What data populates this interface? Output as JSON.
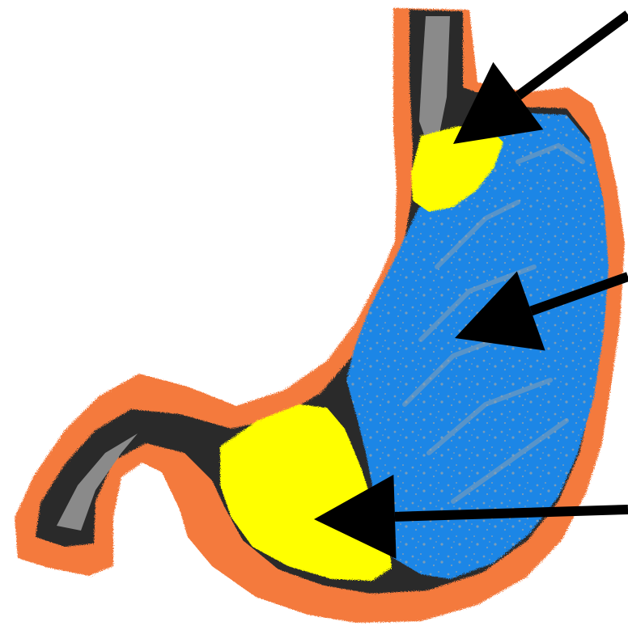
{
  "diagram": {
    "subject": "stomach-anatomy-illustration",
    "colors": {
      "background": "#ffffff",
      "outer_wall": "#f47a3c",
      "inner_lining": "#2b2b2b",
      "body_region": "#1f86e6",
      "body_texture": "#8aa0b0",
      "cardia_region": "#ffff00",
      "pylorus_region": "#ffff00",
      "arrow": "#000000"
    },
    "regions": [
      {
        "name": "cardia-region",
        "color_key": "cardia_region"
      },
      {
        "name": "body-region",
        "color_key": "body_region"
      },
      {
        "name": "pylorus-region",
        "color_key": "pylorus_region"
      }
    ],
    "pointers": [
      {
        "name": "arrow-to-cardia",
        "target": "cardia-region"
      },
      {
        "name": "arrow-to-body",
        "target": "body-region"
      },
      {
        "name": "arrow-to-pylorus",
        "target": "pylorus-region"
      }
    ]
  }
}
